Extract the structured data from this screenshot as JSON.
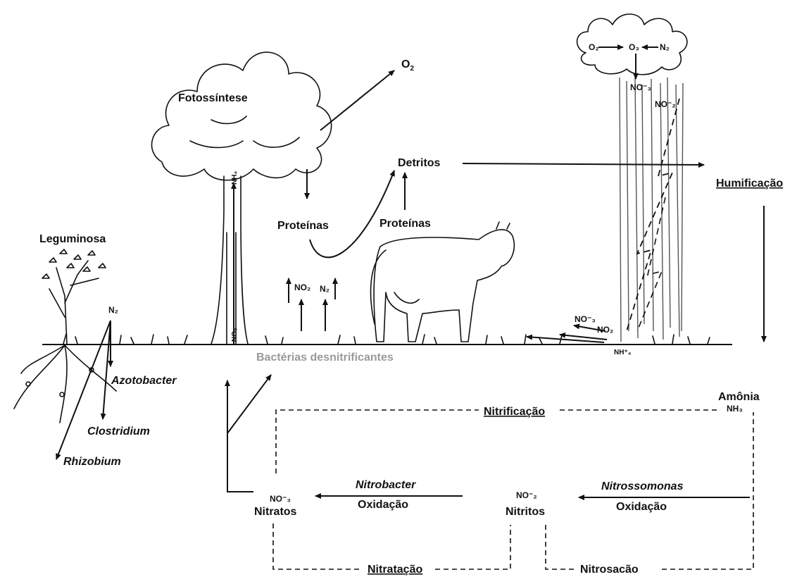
{
  "labels": {
    "fotossintese": "Fotossíntese",
    "o2": "O",
    "o2_sub": "2",
    "detritos": "Detritos",
    "proteinas_planta": "Proteínas",
    "proteinas_animal": "Proteínas",
    "humificacao": "Humificação",
    "leguminosa": "Leguminosa",
    "bacterias": "Bactérias desnitrificantes",
    "azotobacter": "Azotobacter",
    "clostridium": "Clostridium",
    "rhizobium": "Rhizobium",
    "amonia": "Amônia",
    "nh3": "NH₃",
    "nitrificacao": "Nitrificação",
    "nitrobacter": "Nitrobacter",
    "oxidacao_left": "Oxidação",
    "nitrossomonas": "Nitrossomonas",
    "oxidacao_right": "Oxidação",
    "no3_formula": "NO⁻₃",
    "nitratos": "Nitratos",
    "no2_formula": "NO⁻₂",
    "nitritos": "Nitritos",
    "nitratacao": "Nitratação",
    "nitrosacao": "Nitrosacão"
  },
  "small_formulas": {
    "trunk_nh4": "NH₄",
    "trunk_no3": "NO₃",
    "soil_no2": "NO₂",
    "soil_n2": "N₂",
    "root_n2": "N₂",
    "cloud_o2": "O₂",
    "cloud_o3": "O₃",
    "cloud_n2": "N₂",
    "rain_no3": "NO⁻₃",
    "rain_no2": "NO⁻₂",
    "ground_no3": "NO⁻₃",
    "ground_no2": "NO₂",
    "ground_nh4": "NH⁺₄"
  },
  "colors": {
    "ink": "#111111",
    "bacterias_gray": "#9a9a9a"
  }
}
